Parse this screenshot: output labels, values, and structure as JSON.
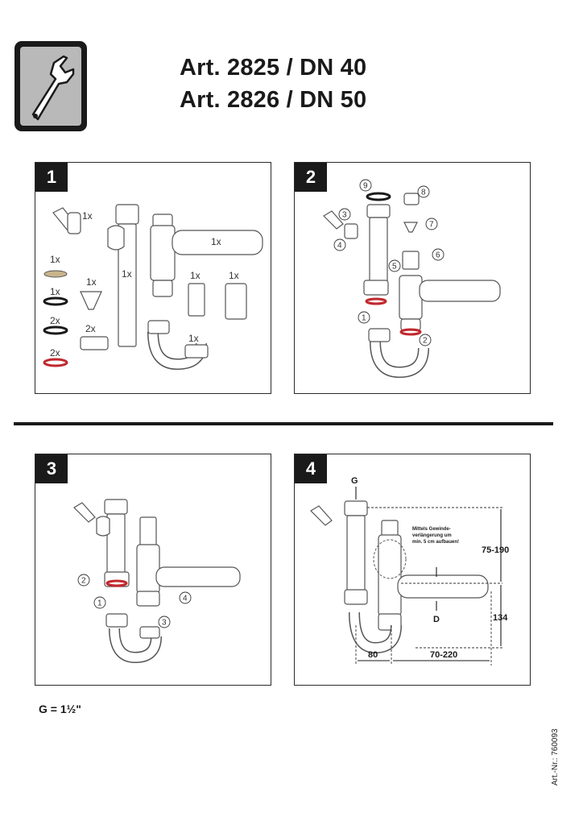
{
  "header": {
    "icon": "wrench-icon",
    "title_line1": "Art. 2825 / DN 40",
    "title_line2": "Art. 2826 / DN 50"
  },
  "panels": [
    {
      "number": "1"
    },
    {
      "number": "2"
    },
    {
      "number": "3"
    },
    {
      "number": "4"
    }
  ],
  "panel1": {
    "labels": {
      "hose": "1x",
      "tube": "1x",
      "branch": "1x",
      "washer": "1x",
      "cone": "1x",
      "oring_black1": "1x",
      "oring_black2": "2x",
      "oring_red": "2x",
      "nut": "2x",
      "short_a": "1x",
      "short_b": "1x",
      "bend": "1x"
    }
  },
  "panel2": {
    "steps": [
      "9",
      "8",
      "3",
      "7",
      "4",
      "6",
      "5",
      "1",
      "2"
    ]
  },
  "panel3": {
    "steps": [
      "2",
      "4",
      "1",
      "3"
    ]
  },
  "panel4": {
    "thread_label": "G",
    "note_line1": "Mittels Gewinde-",
    "note_line2": "verlängerung um",
    "note_line3": "min. 5 cm aufbauen!",
    "dim_height_top": "75-190",
    "dim_height_bottom": "134",
    "dim_width_left": "80",
    "dim_width_right": "70-220",
    "diameter_label": "D"
  },
  "footer": {
    "thread_note": "G = 1½\"",
    "article_number": "Art.-Nr.: 760093"
  },
  "colors": {
    "frame": "#1a1a1a",
    "icon_bg": "#b9b9b9",
    "red_seal": "#c0282d",
    "tan_washer": "#c8b48c"
  }
}
